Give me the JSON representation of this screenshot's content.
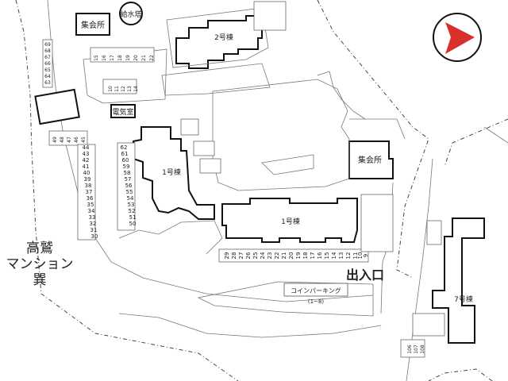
{
  "labels": {
    "meeting_hall_nw": "集会所",
    "water_tower": "給水塔",
    "building_2": "2号棟",
    "electric_room": "電気室",
    "building_1_west": "1号棟",
    "building_1_east": "1号棟",
    "meeting_hall_center": "集会所",
    "building_7": "7号棟",
    "entrance": "出入口",
    "coin_parking": "コインパーキング",
    "coin_parking_range": "(1~8)",
    "neighbor_line1": "高鷲",
    "neighbor_line2": "マンション",
    "neighbor_line3": "巽"
  },
  "parking": {
    "west_column": [
      "69",
      "68",
      "67",
      "66",
      "65",
      "64",
      "63"
    ],
    "north_row": [
      "15",
      "16",
      "17",
      "18",
      "19",
      "20",
      "21",
      "22"
    ],
    "small_row": [
      "10",
      "11",
      "12",
      "13",
      "14"
    ],
    "mid_row": [
      "49",
      "48",
      "47",
      "46",
      "45"
    ],
    "left_column": [
      "44",
      "43",
      "42",
      "41",
      "40",
      "39",
      "38",
      "37",
      "36",
      "35",
      "34",
      "33",
      "32",
      "31",
      "30"
    ],
    "right_column": [
      "62",
      "61",
      "60",
      "59",
      "58",
      "57",
      "56",
      "55",
      "54",
      "53",
      "52",
      "51",
      "50"
    ],
    "south_row": [
      "29",
      "28",
      "27",
      "26",
      "25",
      "24",
      "23",
      "22",
      "21",
      "20",
      "19",
      "18",
      "17",
      "16",
      "15",
      "14",
      "13",
      "12",
      "11",
      "10",
      "9"
    ],
    "east_column": [
      "106",
      "107",
      "108"
    ]
  },
  "colors": {
    "north_arrow": "#d9302b",
    "line": "#111111"
  },
  "icons": {
    "north": "north-arrow-icon"
  }
}
